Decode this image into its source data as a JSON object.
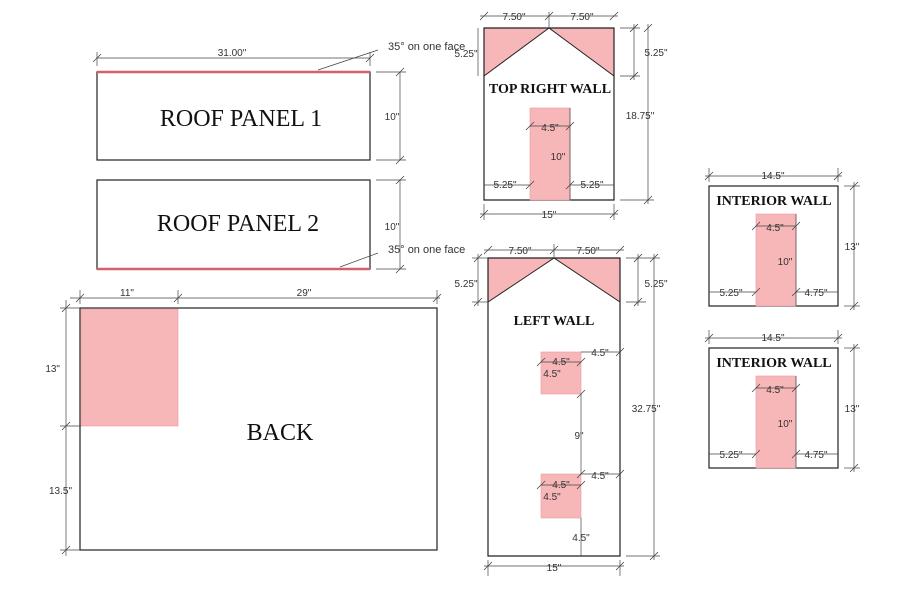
{
  "colors": {
    "cutout": "#f7b6b8",
    "outline": "#222222",
    "bevel": "#d6606a"
  },
  "panels": {
    "roof1": {
      "title": "ROOF PANEL 1",
      "width": "31.00\"",
      "height": "10\"",
      "bevel_note": "35° on one face"
    },
    "roof2": {
      "title": "ROOF PANEL 2",
      "height": "10\"",
      "bevel_note": "35° on one face"
    },
    "back": {
      "title": "BACK",
      "cut_width": "11\"",
      "rest_width": "29\"",
      "cut_height": "13\"",
      "rest_height": "13.5\""
    },
    "top_right_wall": {
      "title": "TOP RIGHT WALL",
      "top_left": "7.50\"",
      "top_right": "7.50\"",
      "gable_left": "5.25\"",
      "gable_right": "5.25\"",
      "height": "18.75\"",
      "width": "15\"",
      "door_width": "4.5\"",
      "door_height": "10\"",
      "door_left": "5.25\"",
      "door_right": "5.25\""
    },
    "left_wall": {
      "title": "LEFT WALL",
      "top_left": "7.50\"",
      "top_right": "7.50\"",
      "gable_left": "5.25\"",
      "gable_right": "5.25\"",
      "height": "32.75\"",
      "width": "15\"",
      "win1_w": "4.5\"",
      "win1_h": "4.5\"",
      "win1_top": "4.5\"",
      "gap": "9\"",
      "win2_w": "4.5\"",
      "win2_h": "4.5\"",
      "win2_side": "4.5\"",
      "bottom": "4.5\""
    },
    "interior_wall_1": {
      "title": "INTERIOR WALL",
      "width": "14.5\"",
      "height": "13\"",
      "door_width": "4.5\"",
      "door_height": "10\"",
      "left": "5.25\"",
      "right": "4.75\""
    },
    "interior_wall_2": {
      "title": "INTERIOR WALL",
      "width": "14.5\"",
      "height": "13\"",
      "door_width": "4.5\"",
      "door_height": "10\"",
      "left": "5.25\"",
      "right": "4.75\""
    }
  }
}
